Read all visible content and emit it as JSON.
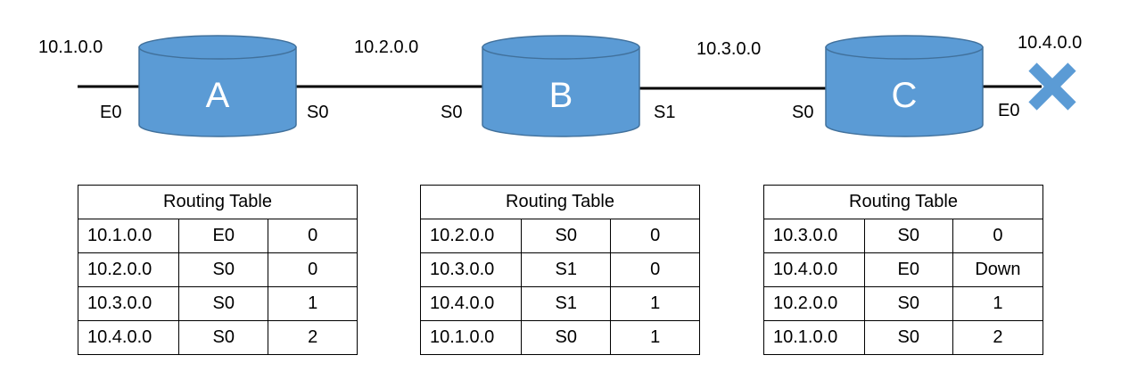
{
  "colors": {
    "router_fill": "#5b9bd5",
    "router_top": "#5b9bd5",
    "router_stroke": "#41719c",
    "link": "#000000",
    "down_marker": "#5b9bd5"
  },
  "networks": [
    "10.1.0.0",
    "10.2.0.0",
    "10.3.0.0",
    "10.4.0.0"
  ],
  "routers": [
    {
      "name": "A",
      "ports": {
        "left": "E0",
        "right": "S0"
      }
    },
    {
      "name": "B",
      "ports": {
        "left": "S0",
        "right": "S1"
      }
    },
    {
      "name": "C",
      "ports": {
        "left": "S0",
        "right": "E0"
      }
    }
  ],
  "down_marker_icon": "x-mark-icon",
  "tables": [
    {
      "title": "Routing Table",
      "rows": [
        [
          "10.1.0.0",
          "E0",
          "0"
        ],
        [
          "10.2.0.0",
          "S0",
          "0"
        ],
        [
          "10.3.0.0",
          "S0",
          "1"
        ],
        [
          "10.4.0.0",
          "S0",
          "2"
        ]
      ]
    },
    {
      "title": "Routing Table",
      "rows": [
        [
          "10.2.0.0",
          "S0",
          "0"
        ],
        [
          "10.3.0.0",
          "S1",
          "0"
        ],
        [
          "10.4.0.0",
          "S1",
          "1"
        ],
        [
          "10.1.0.0",
          "S0",
          "1"
        ]
      ]
    },
    {
      "title": "Routing Table",
      "rows": [
        [
          "10.3.0.0",
          "S0",
          "0"
        ],
        [
          "10.4.0.0",
          "E0",
          "Down"
        ],
        [
          "10.2.0.0",
          "S0",
          "1"
        ],
        [
          "10.1.0.0",
          "S0",
          "2"
        ]
      ]
    }
  ]
}
